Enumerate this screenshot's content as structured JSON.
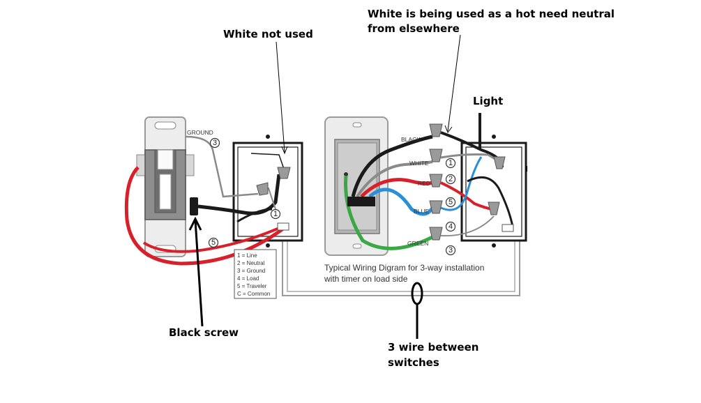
{
  "annotations": {
    "white_not_used": "White not used",
    "white_hot_line1": "White is being used as a hot need neutral",
    "white_hot_line2": "from elsewhere",
    "light": "Light",
    "black_screw": "Black screw",
    "three_wire_line1": "3 wire between",
    "three_wire_line2": "switches"
  },
  "wire_labels": {
    "ground": "GROUND",
    "black": "BLACK",
    "white": "WHITE",
    "red": "RED",
    "blue": "BLUE",
    "green": "GREEN"
  },
  "markers": {
    "ground_left": "3",
    "traveler_left": "5",
    "line_left_box": "1",
    "m1": "1",
    "m2": "2",
    "m5": "5",
    "m4": "4",
    "m3": "3"
  },
  "legend": [
    "1 = Line",
    "2 = Neutral",
    "3 = Ground",
    "4 = Load",
    "5 = Traveler",
    "C = Common"
  ],
  "caption": {
    "line1": "Typical Wiring Digram for 3-way installation",
    "line2": "with timer on load side"
  },
  "colors": {
    "red_wire": "#d9202a",
    "black_wire": "#1a1a1a",
    "blue_wire": "#2a8fd8",
    "green_wire": "#3aa845",
    "gray_wire": "#8a8a8a"
  }
}
